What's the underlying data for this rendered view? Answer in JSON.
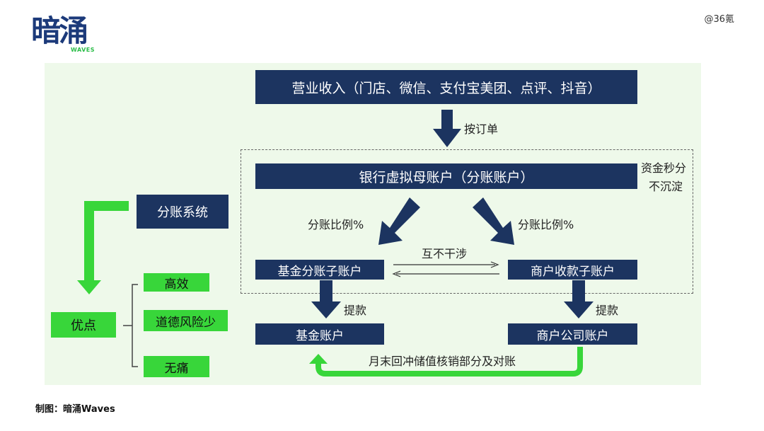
{
  "brand": {
    "logo_text": "暗涌",
    "logo_sub": "WAVES",
    "watermark": "@36氪"
  },
  "diagram": {
    "top_box": "营业收入（门店、微信、支付宝美团、点评、抖音）",
    "arrow_order_label": "按订单",
    "bank_box": "银行虚拟母账户（分账账户）",
    "side_note_line1": "资金秒分",
    "side_note_line2": "不沉淀",
    "split_ratio_left": "分账比例%",
    "split_ratio_right": "分账比例%",
    "fund_sub_account": "基金分账子账户",
    "merchant_sub_account": "商户收款子账户",
    "mutual_label": "互不干涉",
    "withdraw_left": "提款",
    "withdraw_right": "提款",
    "fund_account": "基金账户",
    "merchant_company_account": "商户公司账户",
    "month_end_label": "月末回冲储值核销部分及对账",
    "split_system": "分账系统",
    "advantages": "优点",
    "adv_items": [
      "高效",
      "道德风险少",
      "无痛"
    ]
  },
  "caption": "制图：暗涌Waves",
  "colors": {
    "navy": "#1c3460",
    "green": "#38d63a",
    "panel": "#eef9ea",
    "logo_blue": "#1c3a7a"
  }
}
